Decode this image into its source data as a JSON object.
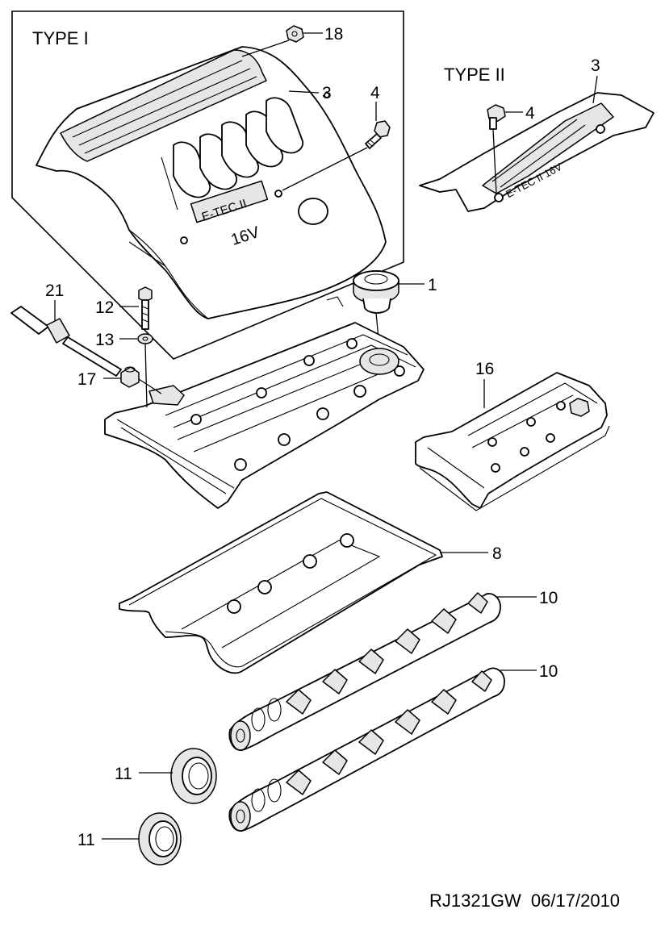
{
  "type_labels": {
    "type1": "TYPE I",
    "type2": "TYPE II"
  },
  "callouts": {
    "c18": "18",
    "c3a": "3",
    "c4a": "4",
    "c3b": "3",
    "c4b": "4",
    "c1": "1",
    "c21": "21",
    "c12": "12",
    "c13": "13",
    "c17": "17",
    "c16": "16",
    "c8": "8",
    "c10a": "10",
    "c10b": "10",
    "c11a": "11",
    "c11b": "11"
  },
  "cover_markings": {
    "badge1": "E-TEC II",
    "badge2": "16V",
    "badge3": "E-TEC II 16V"
  },
  "reference": "RJ1321GW  06/17/2010"
}
